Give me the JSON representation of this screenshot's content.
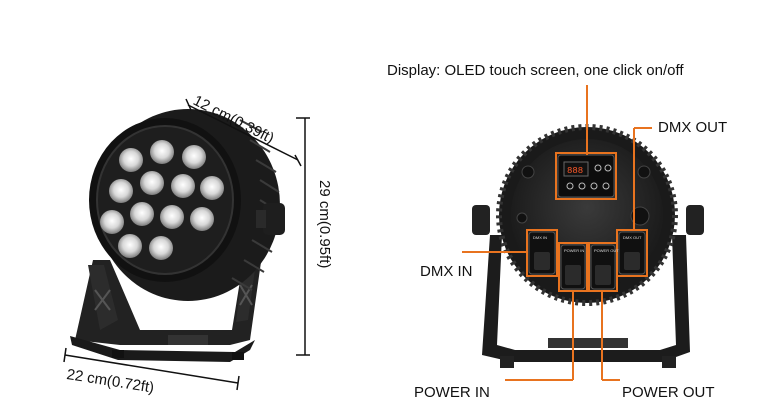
{
  "dimensions": {
    "width": "12 cm(0.39ft)",
    "height": "29 cm(0.95ft)",
    "depth": "22 cm(0.72ft)"
  },
  "callouts": {
    "display": "Display: OLED touch screen, one click on/off",
    "dmx_out": "DMX OUT",
    "dmx_in": "DMX IN",
    "power_in": "POWER IN",
    "power_out": "POWER OUT"
  },
  "panel_labels": {
    "dmx_in": "DMX IN",
    "power_in": "POWER IN",
    "power_out": "POWER OUT",
    "dmx_out": "DMX OUT"
  },
  "colors": {
    "callout_line": "#e8731f",
    "body": "#1d1d1d",
    "dimension_line": "#111111"
  }
}
